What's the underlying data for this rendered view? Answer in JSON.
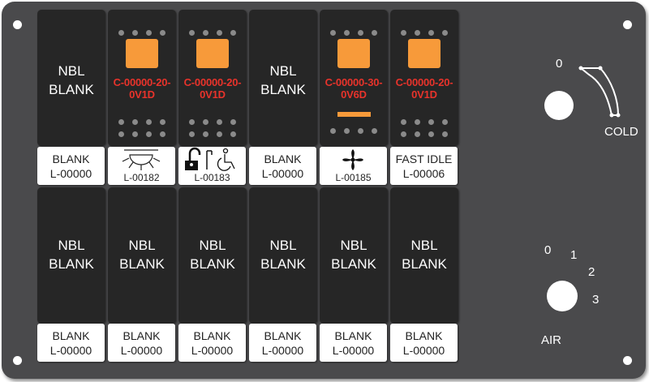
{
  "switches_top": [
    {
      "type": "blank",
      "line1": "NBL",
      "line2": "BLANK"
    },
    {
      "type": "led",
      "part_line1": "C-00000-20-",
      "part_line2": "0V1D",
      "bar": false
    },
    {
      "type": "led",
      "part_line1": "C-00000-20-",
      "part_line2": "0V1D",
      "bar": false
    },
    {
      "type": "blank",
      "line1": "NBL",
      "line2": "BLANK"
    },
    {
      "type": "led",
      "part_line1": "C-00000-30-",
      "part_line2": "0V6D",
      "bar": true
    },
    {
      "type": "led",
      "part_line1": "C-00000-20-",
      "part_line2": "0V1D",
      "bar": false
    }
  ],
  "labels_top": [
    {
      "type": "text",
      "line1": "BLANK",
      "line2": "L-00000"
    },
    {
      "type": "icon",
      "icon": "light-icon",
      "code": "L-00182"
    },
    {
      "type": "icon",
      "icon": "lock-wheelchair-icon",
      "code": "L-00183"
    },
    {
      "type": "text",
      "line1": "BLANK",
      "line2": "L-00000"
    },
    {
      "type": "icon",
      "icon": "fan-icon",
      "code": "L-00185"
    },
    {
      "type": "text",
      "line1": "FAST IDLE",
      "line2": "L-00006"
    }
  ],
  "switches_bottom": [
    {
      "line1": "NBL",
      "line2": "BLANK"
    },
    {
      "line1": "NBL",
      "line2": "BLANK"
    },
    {
      "line1": "NBL",
      "line2": "BLANK"
    },
    {
      "line1": "NBL",
      "line2": "BLANK"
    },
    {
      "line1": "NBL",
      "line2": "BLANK"
    },
    {
      "line1": "NBL",
      "line2": "BLANK"
    }
  ],
  "labels_bottom": [
    {
      "line1": "BLANK",
      "line2": "L-00000"
    },
    {
      "line1": "BLANK",
      "line2": "L-00000"
    },
    {
      "line1": "BLANK",
      "line2": "L-00000"
    },
    {
      "line1": "BLANK",
      "line2": "L-00000"
    },
    {
      "line1": "BLANK",
      "line2": "L-00000"
    },
    {
      "line1": "BLANK",
      "line2": "L-00000"
    }
  ],
  "temperature_control": {
    "zero_label": "0",
    "cold_label": "COLD"
  },
  "air_control": {
    "label": "AIR",
    "positions": [
      "0",
      "1",
      "2",
      "3"
    ]
  },
  "colors": {
    "panel": "#4a4a4c",
    "switch": "#262626",
    "led": "#f79a3a",
    "part_number": "#e8332b"
  }
}
